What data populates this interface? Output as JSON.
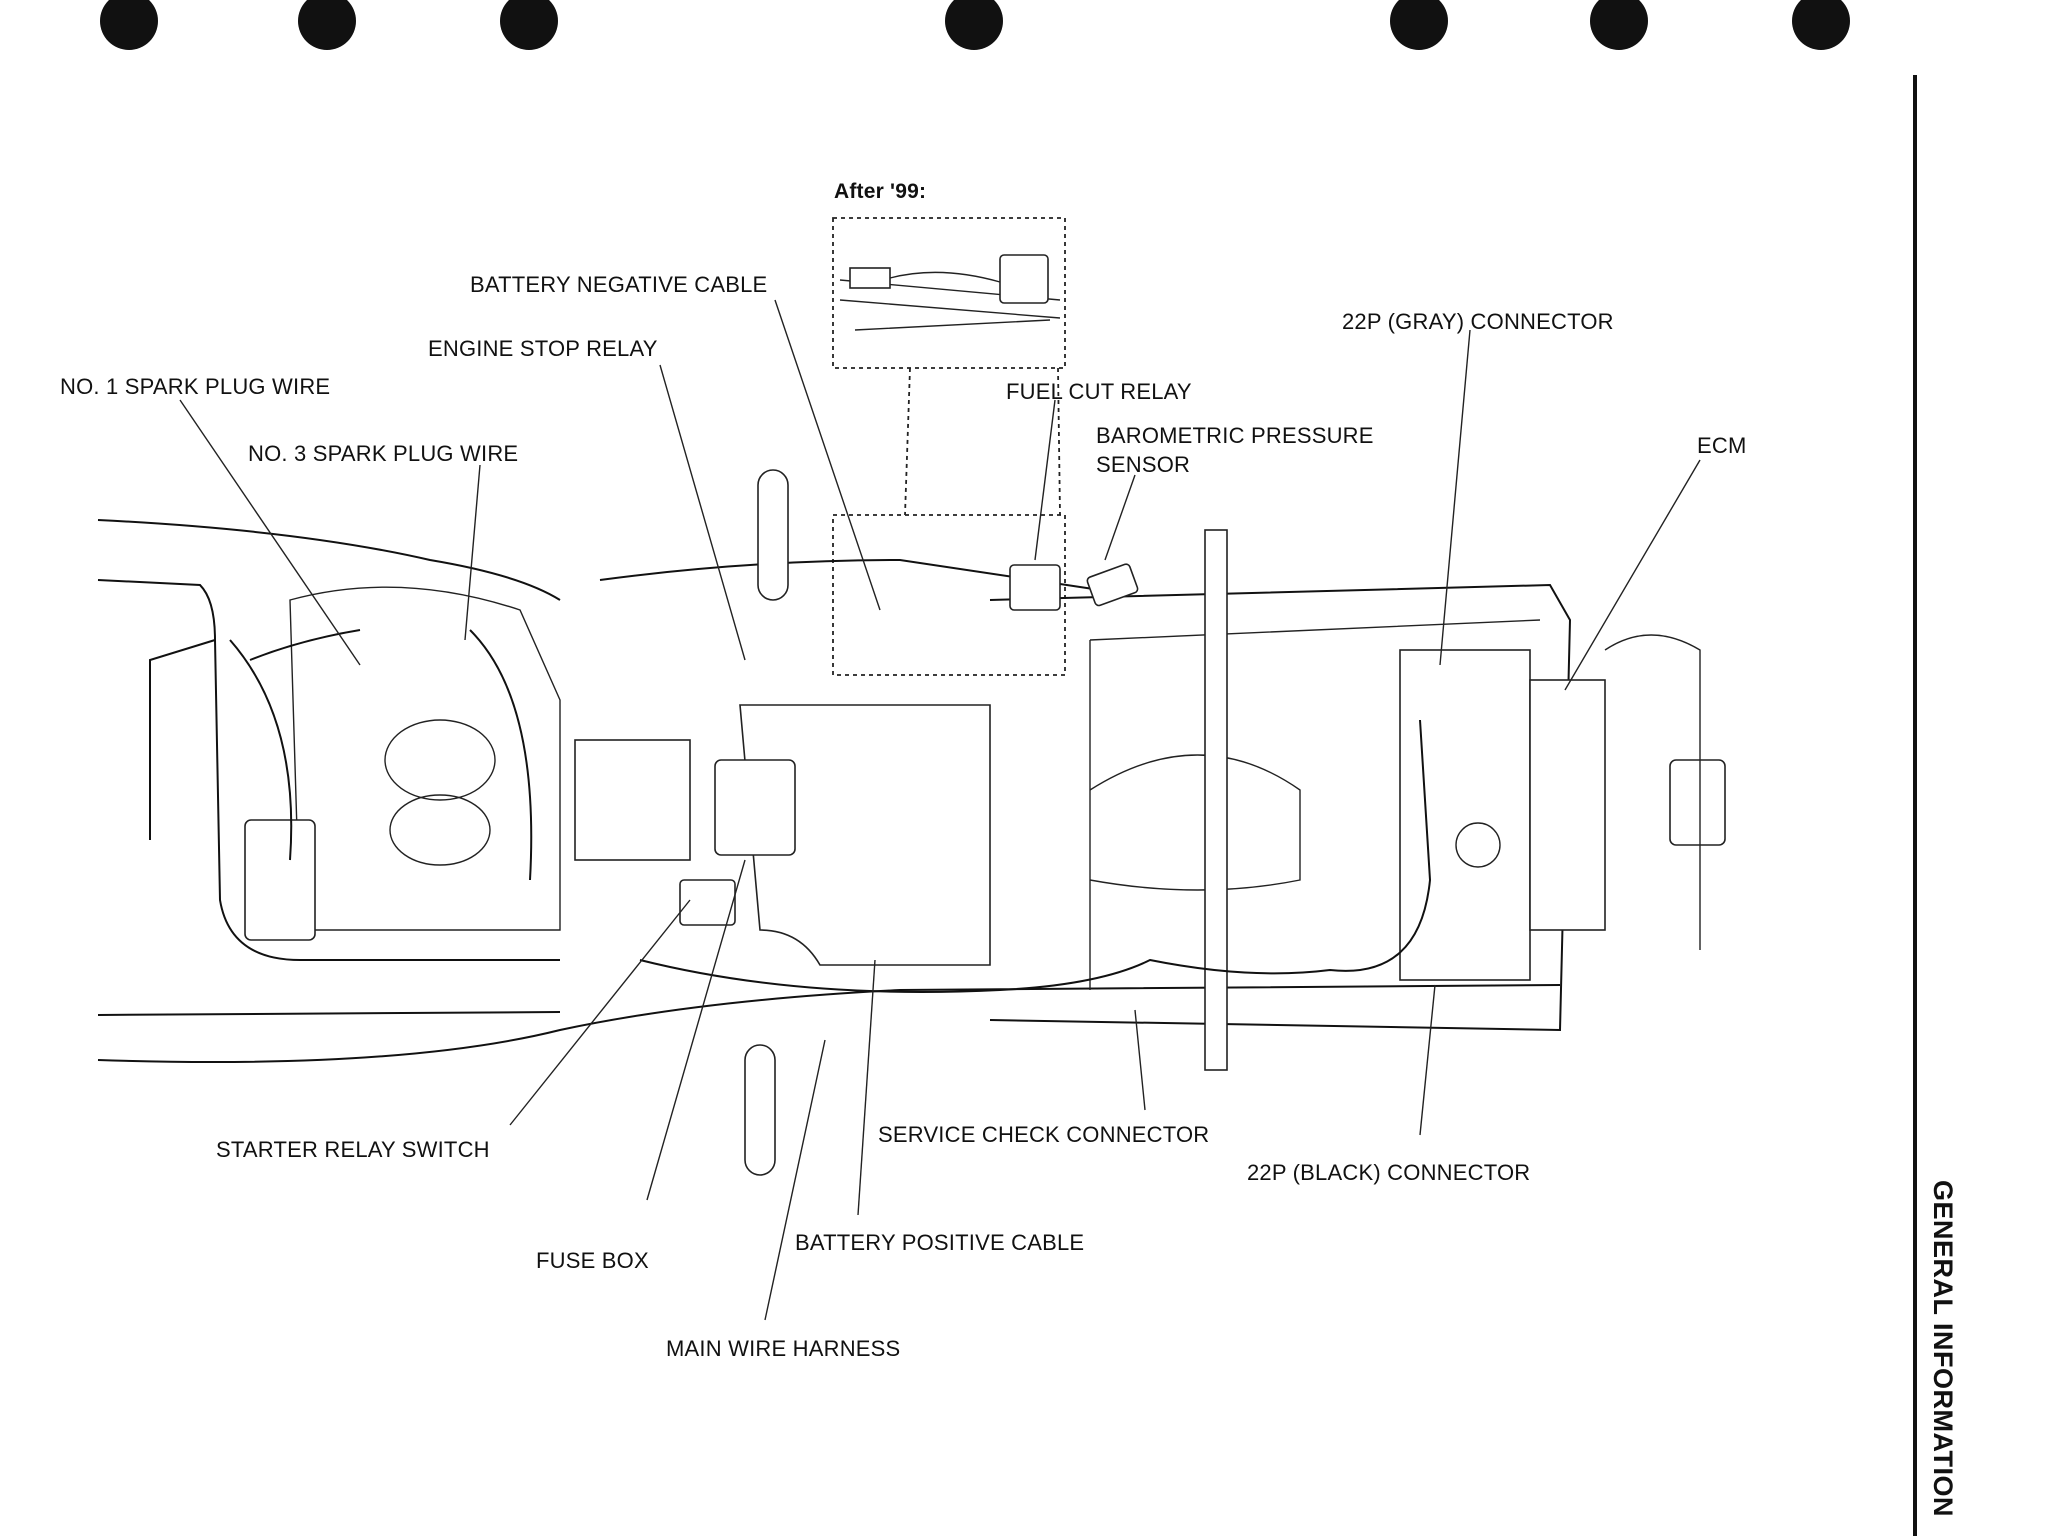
{
  "labels": {
    "after_99": "After '99:",
    "battery_negative": "BATTERY NEGATIVE CABLE",
    "engine_stop_relay": "ENGINE STOP RELAY",
    "no1_spark": "NO. 1 SPARK PLUG WIRE",
    "no3_spark": "NO. 3 SPARK PLUG WIRE",
    "fuel_cut_relay": "FUEL CUT RELAY",
    "baro_sensor_1": "BAROMETRIC PRESSURE",
    "baro_sensor_2": "SENSOR",
    "gray_connector": "22P (GRAY) CONNECTOR",
    "ecm": "ECM",
    "starter_relay": "STARTER RELAY SWITCH",
    "service_check": "SERVICE CHECK CONNECTOR",
    "black_connector": "22P (BLACK) CONNECTOR",
    "fuse_box": "FUSE BOX",
    "battery_positive": "BATTERY POSITIVE CABLE",
    "main_harness": "MAIN WIRE HARNESS"
  },
  "side_tab": "GENERAL INFORMATION"
}
